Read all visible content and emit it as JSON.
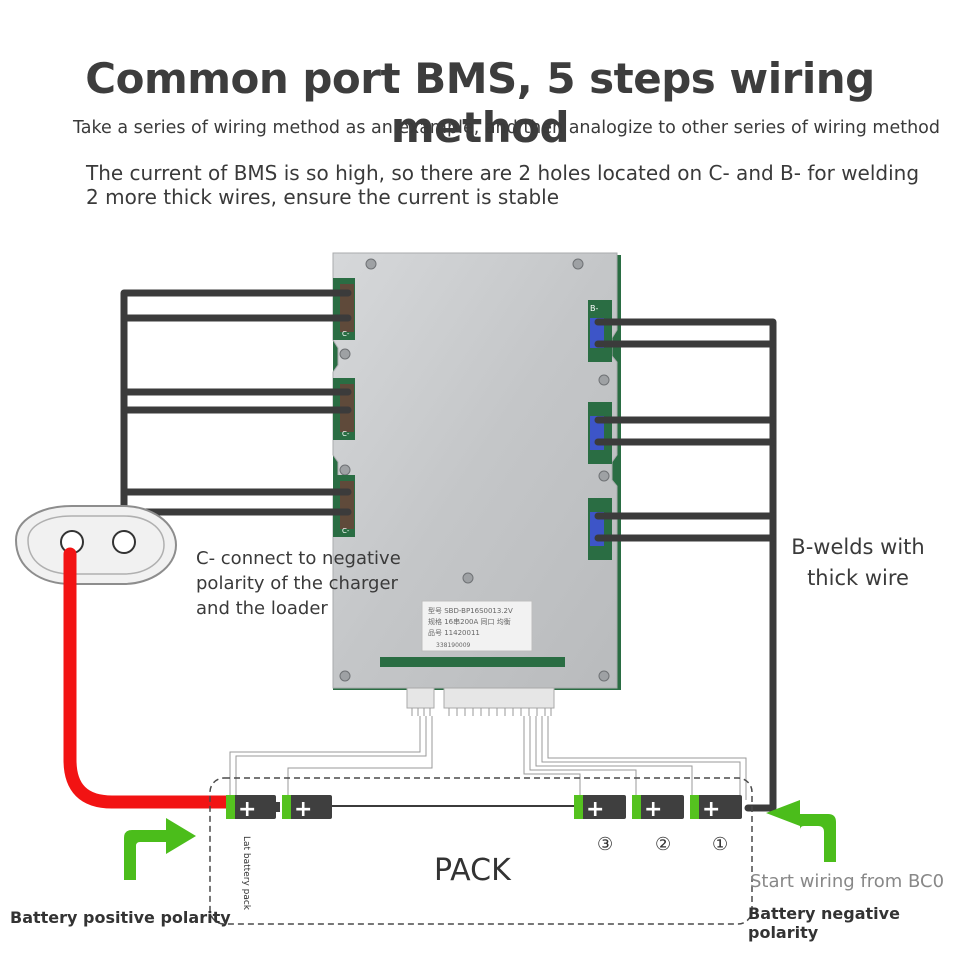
{
  "title": "Common port BMS, 5 steps wiring method",
  "subtitle": "Take a series of wiring method as an example, and then analogize to other series of wiring method",
  "note_line1": "The current of BMS is so high, so there are 2 holes located on C- and B- for welding",
  "note_line2": "2 more thick wires, ensure the current is stable",
  "c_minus_line1": "C- connect to negative",
  "c_minus_line2": "polarity of the charger",
  "c_minus_line3": "and the loader",
  "b_weld_line1": "B-welds with",
  "b_weld_line2": "thick wire",
  "pack_label": "PACK",
  "last_battery_label": "Lat battery pack",
  "cell_numbers": [
    "③",
    "②",
    "①"
  ],
  "start_wiring": "Start wiring from BC0",
  "positive_label": "Battery positive polarity",
  "negative_label": "Battery negative polarity",
  "pad_label": "B-",
  "sticker_lines": [
    "型号 SBD-BP16S0013.2V",
    "规格 16串200A 同口 均衡",
    "品号 11420011",
    "338190009"
  ],
  "colors": {
    "wire_dark": "#3b3b3b",
    "wire_red": "#f21313",
    "arrow_green": "#4bbd1b",
    "board_metal": "#c8cacc",
    "pcb_green": "#1f6b3a"
  }
}
